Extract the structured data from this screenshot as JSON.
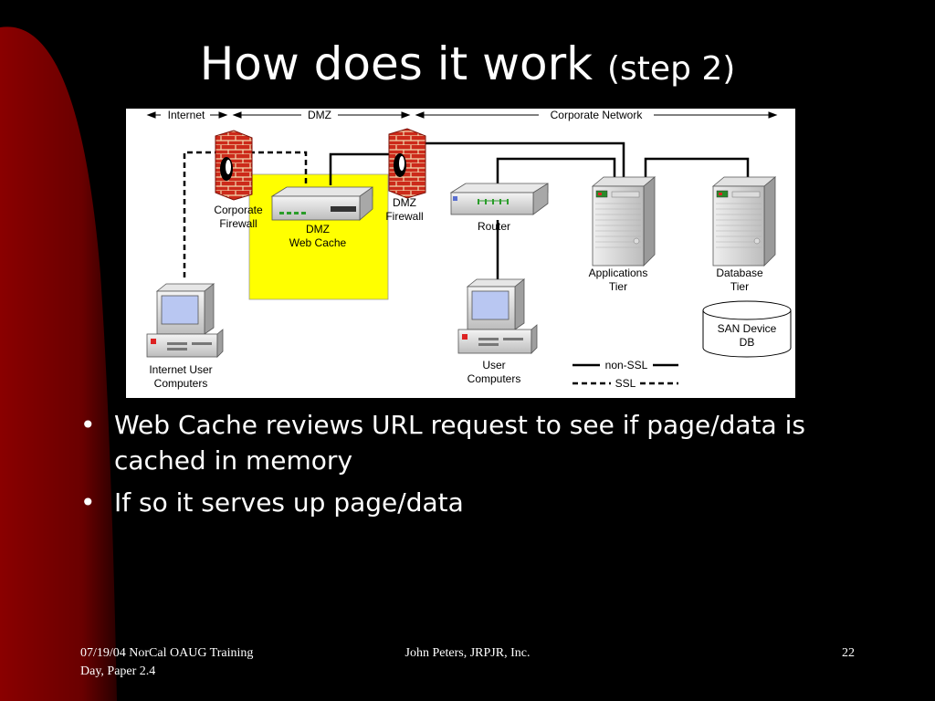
{
  "slide": {
    "title": "How does it work",
    "title_sub": "(step 2)",
    "background_color": "#000000",
    "accent_color": "#7a0000"
  },
  "diagram": {
    "zones": {
      "internet": "Internet",
      "dmz": "DMZ",
      "corporate": "Corporate Network"
    },
    "nodes": {
      "corporate_firewall": [
        "Corporate",
        "Firewall"
      ],
      "dmz_web_cache": [
        "DMZ",
        "Web Cache"
      ],
      "dmz_firewall": [
        "DMZ",
        "Firewall"
      ],
      "router": "Router",
      "applications_tier": [
        "Applications",
        "Tier"
      ],
      "database_tier": [
        "Database",
        "Tier"
      ],
      "san_device": [
        "SAN Device",
        "DB"
      ],
      "internet_user_computers": [
        "Internet User",
        "Computers"
      ],
      "user_computers": [
        "User",
        "Computers"
      ]
    },
    "legend": {
      "solid": "non-SSL",
      "dashed": "SSL"
    },
    "dmz_highlight_color": "#ffff00"
  },
  "bullets": [
    "Web Cache reviews URL request to see if page/data is cached in memory",
    "If so it serves up page/data"
  ],
  "footer": {
    "date_line1": "07/19/04  NorCal OAUG Training",
    "date_line2": "Day, Paper 2.4",
    "author": "John Peters, JRPJR, Inc.",
    "page": "22"
  }
}
